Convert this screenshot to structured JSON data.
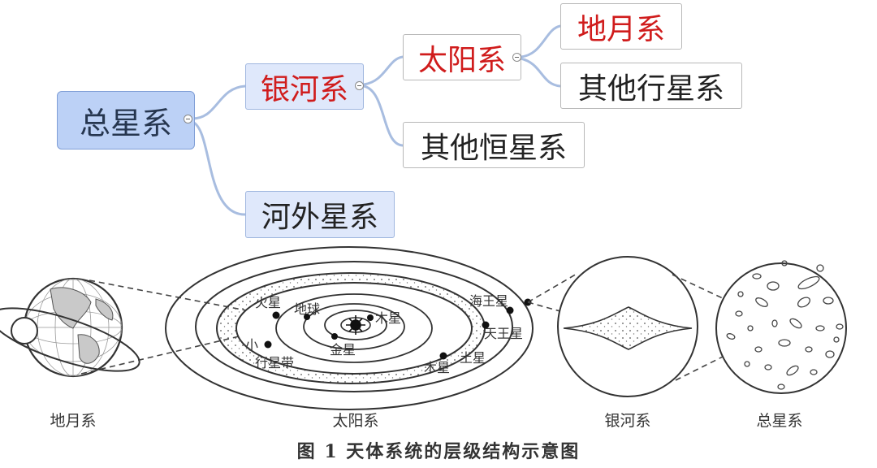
{
  "mindmap": {
    "root": "总星系",
    "galaxy": "银河系",
    "extragalactic": "河外星系",
    "solar_system": "太阳系",
    "other_star_systems": "其他恒星系",
    "earth_moon": "地月系",
    "other_planet_systems": "其他行星系",
    "colors": {
      "red_text": "#d01c1c",
      "root_fill": "#bcd1f6",
      "blue_fill": "#dfe8fb",
      "connector": "#a8bde0"
    }
  },
  "figure": {
    "system_labels": {
      "earth_moon": "地月系",
      "solar": "太阳系",
      "galaxy": "银河系",
      "universe": "总星系"
    },
    "planets": {
      "mars": "火星",
      "earth": "地球",
      "jupiter_top": "木星",
      "venus": "金星",
      "asteroid_line1": "小",
      "asteroid_line2": "行星带",
      "neptune": "海王星",
      "uranus": "天王星",
      "saturn": "土星",
      "jupiter_bottom": "木星"
    },
    "caption": "图 1 天体系统的层级结构示意图"
  }
}
